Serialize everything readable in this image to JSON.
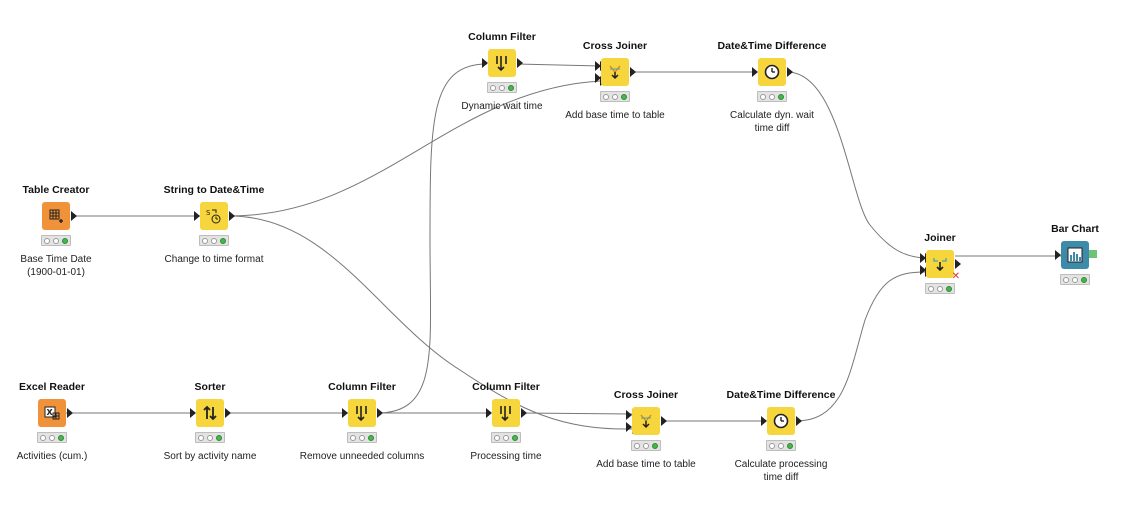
{
  "colors": {
    "manipulator": "#f6d53d",
    "source": "#f0923a",
    "visualizer": "#3e8aa9",
    "status_executed": "#47b64a",
    "edge": "#777777"
  },
  "nodes": {
    "table_creator": {
      "title": "Table Creator",
      "label": "Base Time Date\n(1900-01-01)",
      "icon": "table-icon"
    },
    "string_to_dt": {
      "title": "String to Date&Time",
      "label": "Change to time format",
      "icon": "string-to-datetime-icon"
    },
    "col_filter_top": {
      "title": "Column Filter",
      "label": "Dynamic wait time",
      "icon": "column-filter-icon"
    },
    "cross_join_top": {
      "title": "Cross Joiner",
      "label": "Add base time to table",
      "icon": "cross-joiner-icon"
    },
    "dt_diff_top": {
      "title": "Date&Time Difference",
      "label": "Calculate dyn. wait\ntime diff",
      "icon": "clock-icon"
    },
    "joiner": {
      "title": "Joiner",
      "label": "",
      "icon": "joiner-icon"
    },
    "bar_chart": {
      "title": "Bar Chart",
      "label": "",
      "icon": "bar-chart-icon"
    },
    "excel_reader": {
      "title": "Excel Reader",
      "label": "Activities (cum.)",
      "icon": "excel-icon"
    },
    "sorter": {
      "title": "Sorter",
      "label": "Sort by activity name",
      "icon": "sort-icon"
    },
    "col_filter_mid": {
      "title": "Column Filter",
      "label": "Remove unneeded columns",
      "icon": "column-filter-icon"
    },
    "col_filter_bot": {
      "title": "Column Filter",
      "label": "Processing time",
      "icon": "column-filter-icon"
    },
    "cross_join_bot": {
      "title": "Cross Joiner",
      "label": "Add base time to table",
      "icon": "cross-joiner-icon"
    },
    "dt_diff_bot": {
      "title": "Date&Time Difference",
      "label": "Calculate processing\ntime diff",
      "icon": "clock-icon"
    }
  }
}
